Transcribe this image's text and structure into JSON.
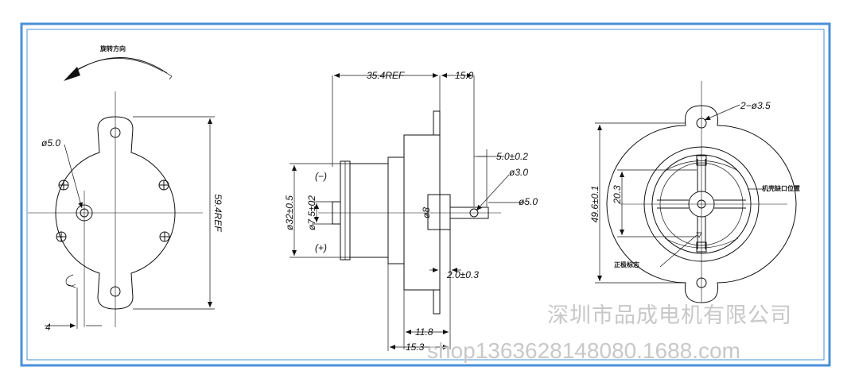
{
  "front_view": {
    "rotation_label": "旋转方向",
    "hole_dim": "ø5.0",
    "height_dim": "59.4REF",
    "offset_dim": "4"
  },
  "side_view": {
    "length_dim": "35.4REF",
    "shaft_len_dim": "15.0",
    "shaft_pos_dim": "5.0±0.2",
    "hole_dim": "ø3.0",
    "shaft_dia_dim": "ø5.0",
    "body_dia_dim": "ø32±0.5",
    "boss_dia_dim": "ø7.5±02",
    "collar_dim": "ø8",
    "neg_terminal": "(−)",
    "pos_terminal": "(+)",
    "collar_gap_dim": "2.0±0.3",
    "len1_dim": "11.8",
    "len2_dim": "15.3"
  },
  "rear_view": {
    "holes_dim": "2−ø3.5",
    "height_dim": "49.6±0.1",
    "inner_dim": "20.3",
    "notch_label": "机壳缺口位置",
    "pos_mark_label": "正极标志"
  },
  "watermark": {
    "company": "深圳市品成电机有限公司",
    "url": "shop1363628148080.1688.com"
  },
  "colors": {
    "frame": "#4a90d9",
    "line": "#111111",
    "watermark": "#c8c8c8"
  }
}
